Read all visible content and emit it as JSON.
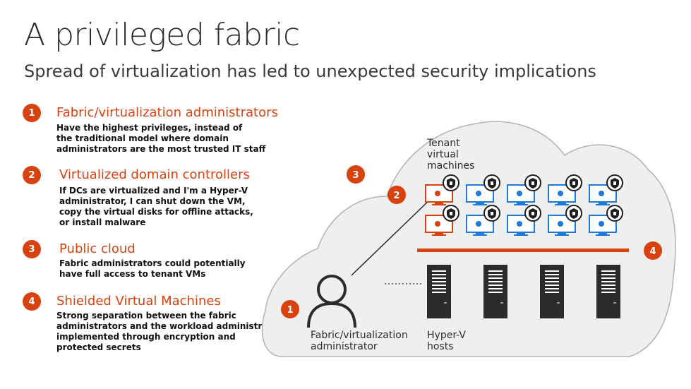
{
  "header": {
    "title": "A privileged fabric",
    "subtitle": "Spread of virtualization has led to unexpected security implications"
  },
  "items": [
    {
      "number": "1",
      "heading": "Fabric/virtualization administrators",
      "body": [
        "Have the highest privileges, instead of",
        "the traditional model where domain",
        "administrators are the most trusted IT staff"
      ]
    },
    {
      "number": "2",
      "heading": "Virtualized domain controllers",
      "body": [
        "If DCs are virtualized and I'm a Hyper-V",
        "administrator, I can shut down the VM,",
        "copy the virtual disks for offline attacks,",
        "or install malware"
      ]
    },
    {
      "number": "3",
      "heading": "Public cloud",
      "body": [
        "Fabric administrators could potentially",
        "have full access to tenant VMs"
      ]
    },
    {
      "number": "4",
      "heading": "Shielded Virtual Machines",
      "body": [
        "Strong separation between the fabric",
        "administrators and the workload administrators,",
        "implemented through encryption and",
        "protected secrets"
      ]
    }
  ],
  "diagram": {
    "tenant_label": [
      "Tenant",
      "virtual",
      "machines"
    ],
    "admin_label": [
      "Fabric/virtualization",
      "administrator"
    ],
    "hosts_label": [
      "Hyper-V",
      "hosts"
    ],
    "markers": [
      "1",
      "2",
      "3",
      "4"
    ],
    "icons": {
      "person": "person-icon",
      "vm": "monitor-icon",
      "shield": "shield-icon",
      "server": "server-tower-icon"
    },
    "colors": {
      "accent": "#d7420f",
      "vm_blue": "#1d7ad8",
      "cloud_fill": "#efefef",
      "cloud_stroke": "#b3b3b3",
      "dark": "#2b2b2b"
    }
  }
}
